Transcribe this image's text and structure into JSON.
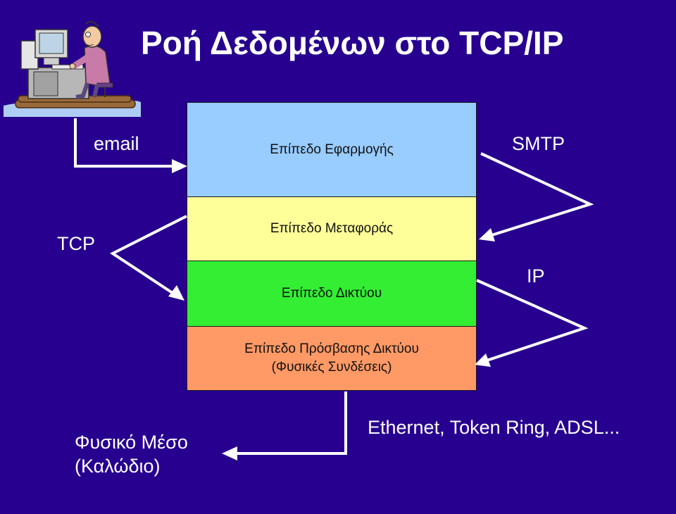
{
  "title": "Ροή Δεδομένων στο TCP/IP",
  "layers": [
    {
      "label": "Επίπεδο Εφαρμογής",
      "color": "#99ccff"
    },
    {
      "label": "Επίπεδο Μεταφοράς",
      "color": "#ffff99"
    },
    {
      "label": "Επίπεδο Δικτύου",
      "color": "#33ee33"
    },
    {
      "label": "Επίπεδο Πρόσβασης Δικτύου",
      "sublabel": "(Φυσικές Συνδέσεις)",
      "color": "#ff9966"
    }
  ],
  "labels": {
    "email": "email",
    "smtp": "SMTP",
    "tcp": "TCP",
    "ip": "IP",
    "technologies": "Ethernet, Token Ring, ADSL...",
    "medium_line1": "Φυσικό Μέσο",
    "medium_line2": "(Καλώδιο)"
  },
  "colors": {
    "background": "#27008f",
    "arrow": "#ffffff"
  },
  "icons": {
    "user": "person-at-computer-icon"
  }
}
